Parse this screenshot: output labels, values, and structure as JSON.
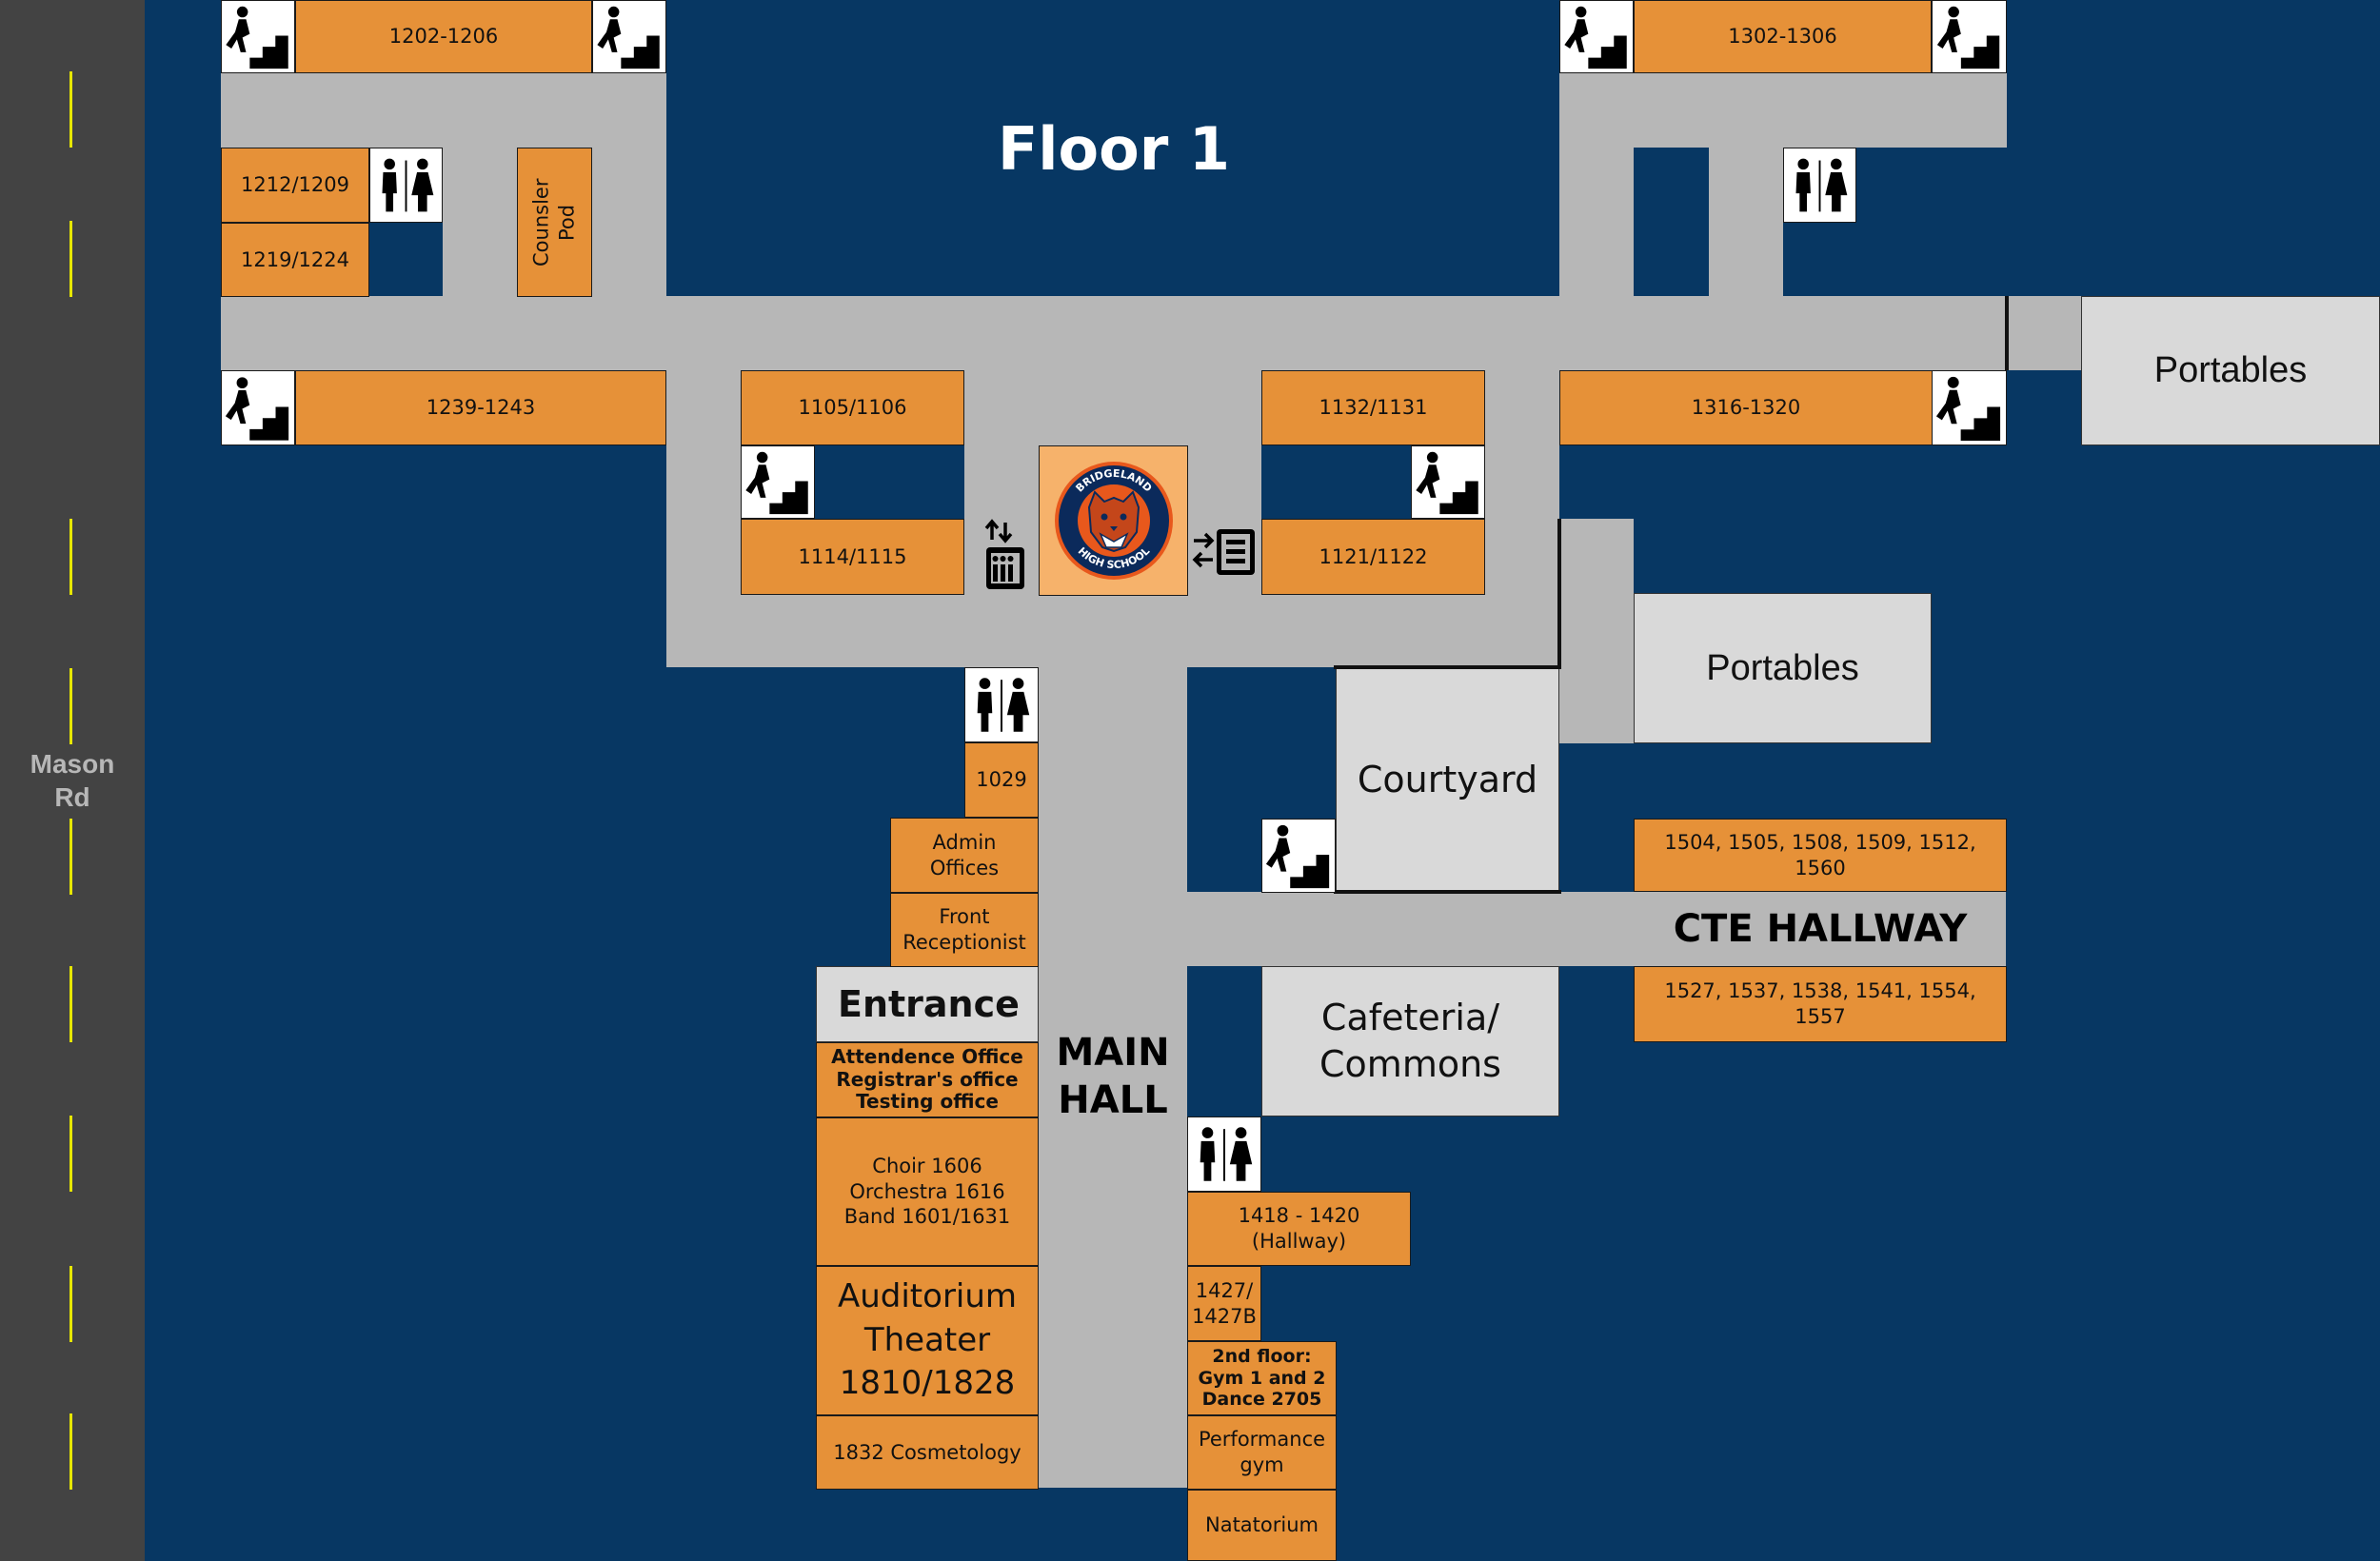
{
  "map": {
    "title": "Floor 1",
    "road_label": "Mason\nRd",
    "logo_text_top": "BRIDGELAND",
    "logo_text_bottom": "HIGH SCHOOL",
    "colors": {
      "background": "#073763",
      "road": "#434343",
      "road_line": "#e6e600",
      "hallway": "#b7b7b7",
      "room": "#e69138",
      "area": "#d9d9d9",
      "logo_bg": "#f6b26b"
    },
    "rooms": {
      "r1202": "1202-1206",
      "r1302": "1302-1306",
      "r1212": "1212/1209",
      "r1219": "1219/1224",
      "counsler": "Counsler\nPod",
      "r1239": "1239-1243",
      "r1105": "1105/1106",
      "r1114": "1114/1115",
      "r1132": "1132/1131",
      "r1121": "1121/1122",
      "r1316": "1316-1320",
      "r1029": "1029",
      "admin": "Admin\nOffices",
      "front": "Front\nReceptionist",
      "attendance": "Attendence Office\nRegistrar's office\nTesting office",
      "music": "Choir 1606\nOrchestra 1616\nBand 1601/1631",
      "auditorium": "Auditorium\nTheater\n1810/1828",
      "cosmetology": "1832 Cosmetology",
      "r1418": "1418 - 1420\n(Hallway)",
      "r1427": "1427/\n1427B",
      "gym": "2nd floor:\nGym 1 and 2\nDance 2705",
      "performance": "Performance\ngym",
      "natatorium": "Natatorium",
      "cte_top": "1504, 1505, 1508, 1509, 1512, 1560",
      "cte_bottom": "1527, 1537, 1538, 1541, 1554, 1557"
    },
    "areas": {
      "portables_top": "Portables",
      "portables_mid": "Portables",
      "courtyard": "Courtyard",
      "cafeteria": "Cafeteria/\nCommons",
      "entrance": "Entrance"
    },
    "hall_labels": {
      "main_hall": "MAIN\nHALL",
      "cte_hallway": "CTE HALLWAY"
    },
    "icons": {
      "stairs": "stairs-icon",
      "restroom": "restroom-icon",
      "elevator": "elevator-icon",
      "logo": "bear-logo-icon"
    }
  }
}
